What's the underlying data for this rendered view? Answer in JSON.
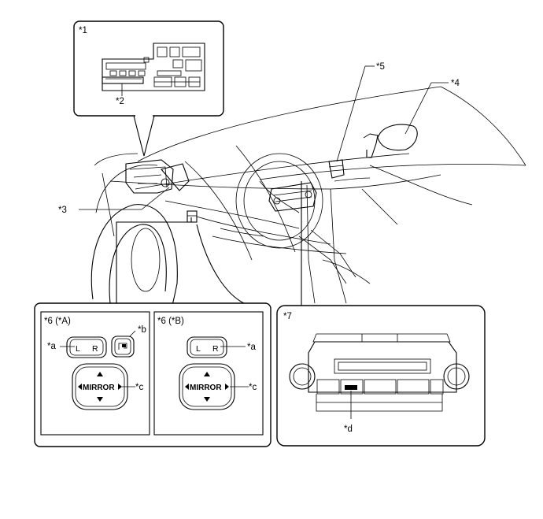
{
  "callouts": {
    "c1": "*1",
    "c2": "*2",
    "c3": "*3",
    "c4": "*4",
    "c5": "*5",
    "c6a": "*6 (*A)",
    "c6b": "*6 (*B)",
    "c7": "*7",
    "ca_left": "*a",
    "cb": "*b",
    "cc_left": "*c",
    "ca_right": "*a",
    "cc_right": "*c",
    "cd": "*d"
  },
  "switch_a": {
    "left_key": "L",
    "right_key": "R",
    "mirror_label": "MIRROR"
  },
  "switch_b": {
    "left_key": "L",
    "right_key": "R",
    "mirror_label": "MIRROR"
  }
}
